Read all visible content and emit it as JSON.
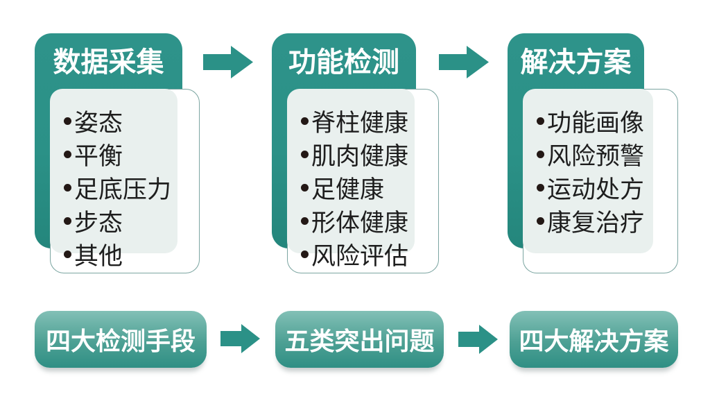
{
  "colors": {
    "teal": "#2B9187",
    "teal_dark": "#24867C",
    "card_fill": "#E9F0EE",
    "card_border": "#7BA5A1",
    "pill_gradient_top": "#82C0B6",
    "pill_gradient_bottom": "#2F8F84",
    "bullet_dot": "#231815",
    "text_dark": "#1E1E1E",
    "text_light": "#FFFFFF",
    "background": "#FFFFFF"
  },
  "flow": {
    "columns": [
      {
        "header": "数据采集",
        "items": [
          "姿态",
          "平衡",
          "足底压力",
          "步态",
          "其他"
        ]
      },
      {
        "header": "功能检测",
        "items": [
          "脊柱健康",
          "肌肉健康",
          "足健康",
          "形体健康",
          "风险评估"
        ]
      },
      {
        "header": "解决方案",
        "items": [
          "功能画像",
          "风险预警",
          "运动处方",
          "康复治疗"
        ]
      }
    ],
    "summary_pills": [
      "四大检测手段",
      "五类突出问题",
      "四大解决方案"
    ],
    "arrow_icon": "right-block-arrow-icon"
  }
}
